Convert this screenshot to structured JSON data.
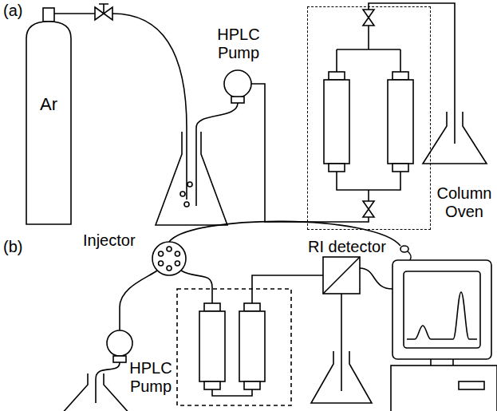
{
  "diagram": {
    "nodes": [
      {
        "text": [
          "Ar"
        ]
      },
      {
        "text": [
          "Column Oven"
        ]
      }
    ],
    "labels": [
      "(a)",
      "HPLC Pump",
      "(b)",
      "Injector",
      "RI detector",
      "HPLC Pump"
    ]
  }
}
